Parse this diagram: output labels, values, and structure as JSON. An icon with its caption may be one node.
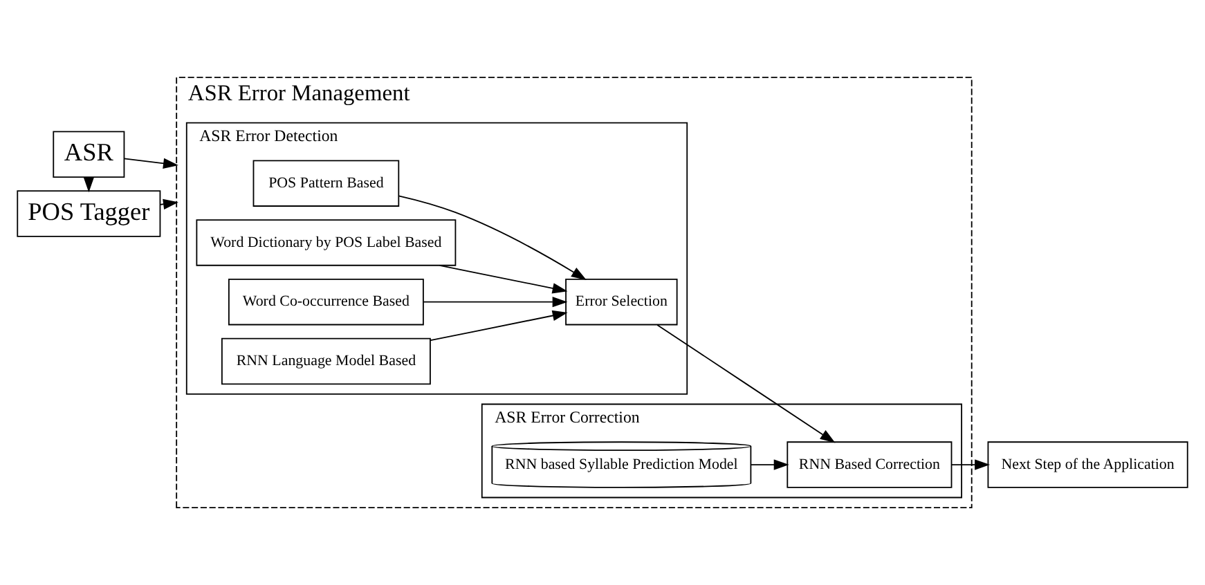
{
  "diagram": {
    "nodes": [
      {
        "text": [
          "ASR"
        ]
      },
      {
        "text": [
          "POS Tagger"
        ]
      },
      {
        "text": [
          "ASR Error Management"
        ]
      },
      {
        "text": [
          "ASR Error Detection"
        ],
        "in": 2
      },
      {
        "text": [
          "POS Pattern Based"
        ],
        "in": 3
      },
      {
        "text": [
          "Word Dictionary by POS Label Based"
        ],
        "in": 3
      },
      {
        "text": [
          "Word Co-occurrence Based"
        ],
        "in": 3
      },
      {
        "text": [
          "RNN Language Model Based"
        ],
        "in": 3
      },
      {
        "text": [
          "Error Selection"
        ],
        "in": 3
      },
      {
        "text": [
          "ASR Error Correction"
        ],
        "in": 2
      },
      {
        "text": [
          "RNN based Syllable Prediction Model"
        ],
        "in": 9
      },
      {
        "text": [
          "RNN Based Correction"
        ],
        "in": 9
      },
      {
        "text": [
          "Next Step of the Application"
        ]
      }
    ],
    "edges": [
      {
        "from": 0,
        "to": 1,
        "arrow": "to"
      },
      {
        "from": 0,
        "to": 2,
        "arrow": "to"
      },
      {
        "from": 1,
        "to": 2,
        "arrow": "to"
      },
      {
        "from": 4,
        "to": 8,
        "arrow": "to"
      },
      {
        "from": 5,
        "to": 8,
        "arrow": "to"
      },
      {
        "from": 6,
        "to": 8,
        "arrow": "to"
      },
      {
        "from": 7,
        "to": 8,
        "arrow": "to"
      },
      {
        "from": 8,
        "to": 11,
        "arrow": "to"
      },
      {
        "from": 10,
        "to": 11,
        "arrow": "to"
      },
      {
        "from": 11,
        "to": 12,
        "arrow": "to"
      }
    ]
  }
}
